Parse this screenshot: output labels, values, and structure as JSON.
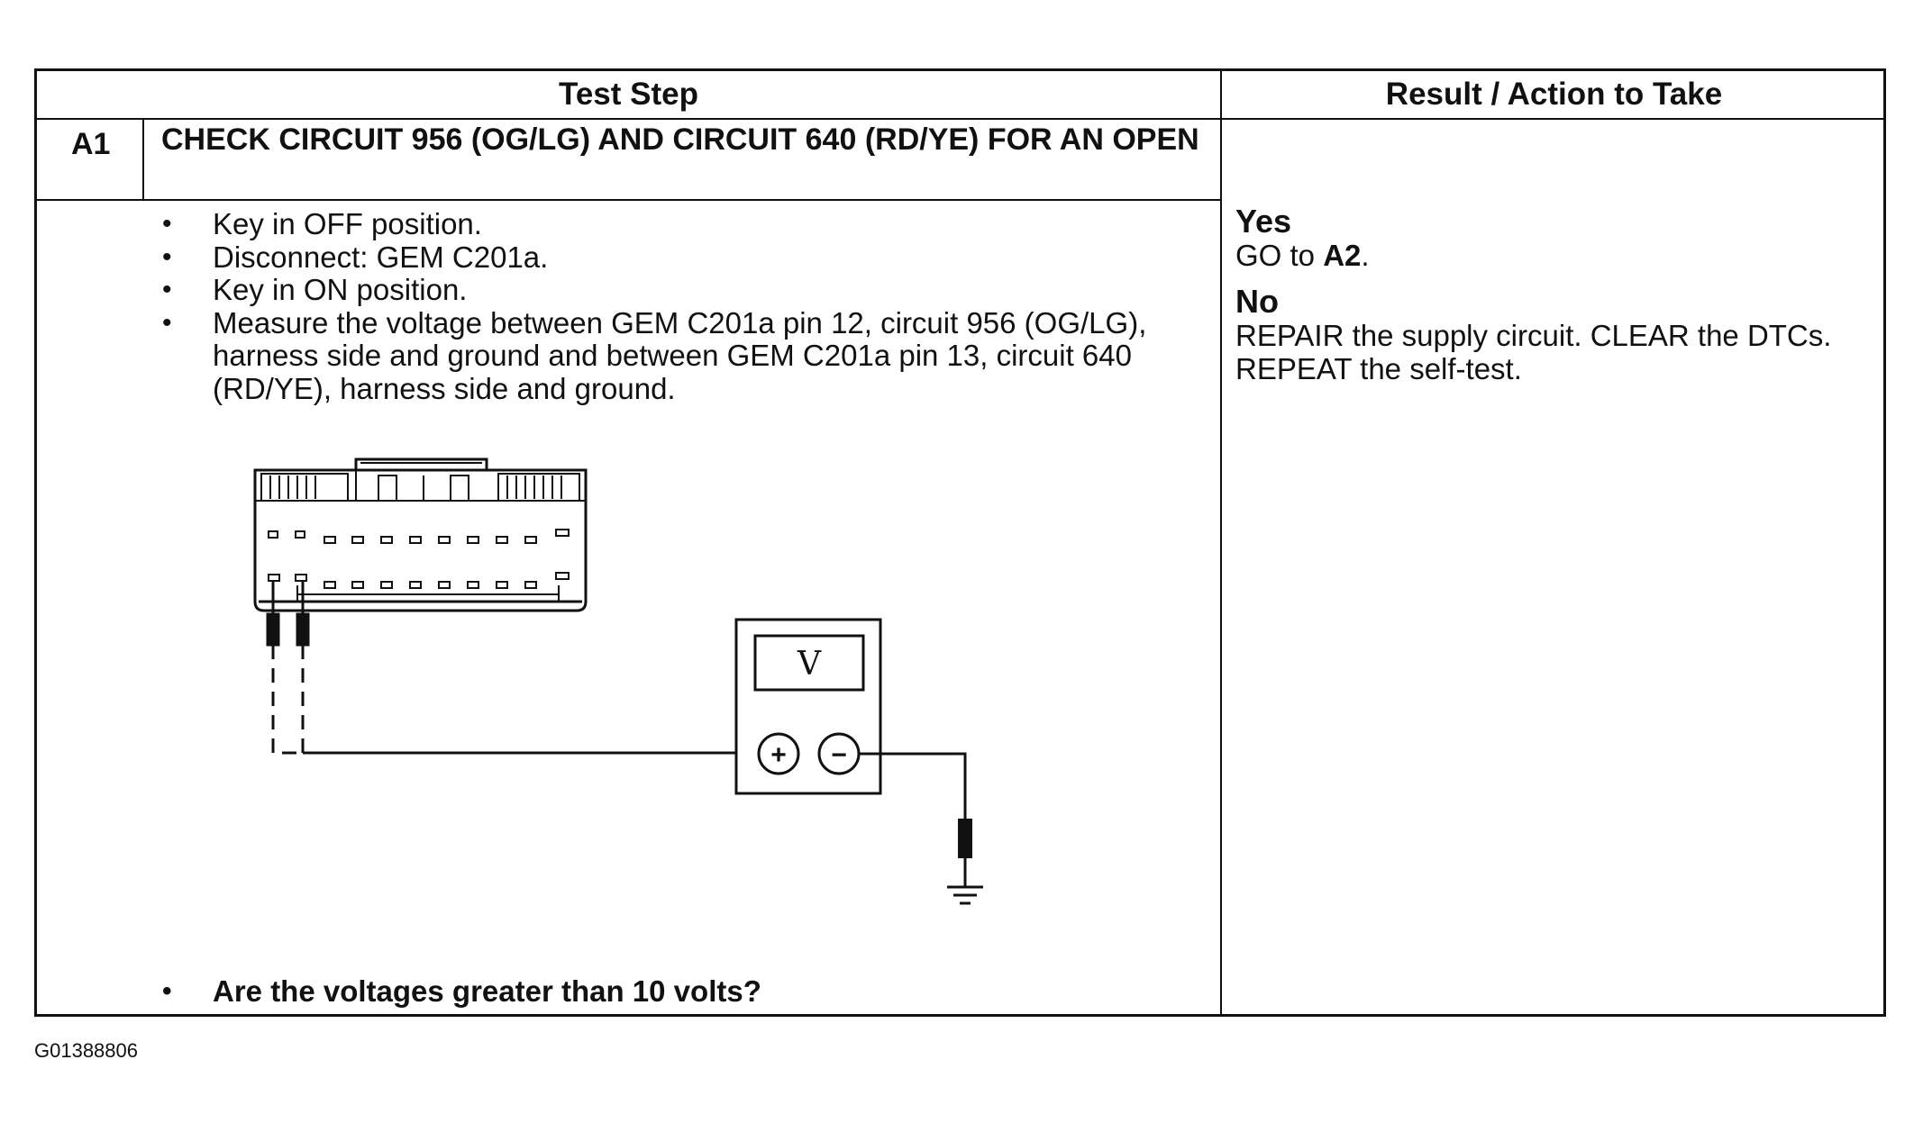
{
  "table": {
    "header_test_step": "Test Step",
    "header_result": "Result / Action to Take",
    "step_id": "A1",
    "step_title": "CHECK CIRCUIT 956 (OG/LG) AND CIRCUIT 640 (RD/YE) FOR AN OPEN",
    "instructions": [
      "Key in OFF position.",
      "Disconnect: GEM C201a.",
      "Key in ON position.",
      "Measure the voltage between GEM C201a pin 12, circuit 956 (OG/LG), harness side and ground and between GEM C201a pin 13, circuit 640 (RD/YE), harness side and ground."
    ],
    "question": "Are the voltages greater than 10 volts?",
    "result_yes_label": "Yes",
    "result_yes_text_prefix": "GO to ",
    "result_yes_text_target": "A2",
    "result_yes_text_suffix": ".",
    "result_no_label": "No",
    "result_no_text": "REPAIR the supply circuit. CLEAR the DTCs. REPEAT the self-test."
  },
  "diagram": {
    "meter_display": "V",
    "plus_symbol": "+",
    "minus_symbol": "−"
  },
  "figure_id": "G01388806"
}
